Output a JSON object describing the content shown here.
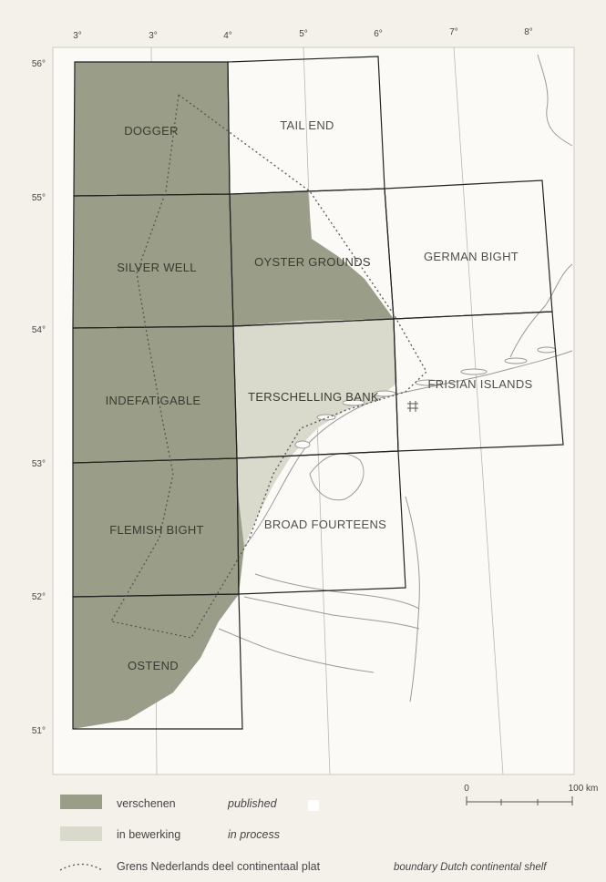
{
  "map": {
    "longitude_ticks": [
      "3°",
      "3°",
      "4°",
      "5°",
      "6°",
      "7°",
      "8°"
    ],
    "latitude_ticks": [
      "56°",
      "55°",
      "54°",
      "53°",
      "52°",
      "51°"
    ],
    "sheets": [
      {
        "id": "dogger",
        "label": "DOGGER",
        "status": "published"
      },
      {
        "id": "tail-end",
        "label": "TAIL END",
        "status": "none"
      },
      {
        "id": "silver-well",
        "label": "SILVER WELL",
        "status": "published"
      },
      {
        "id": "oyster-grounds",
        "label": "OYSTER GROUNDS",
        "status": "published"
      },
      {
        "id": "german-bight",
        "label": "GERMAN BIGHT",
        "status": "none"
      },
      {
        "id": "indefatigable",
        "label": "INDEFATIGABLE",
        "status": "published"
      },
      {
        "id": "terschelling-bank",
        "label": "TERSCHELLING BANK",
        "status": "in process"
      },
      {
        "id": "frisian-islands",
        "label": "FRISIAN ISLANDS",
        "status": "none"
      },
      {
        "id": "flemish-bight",
        "label": "FLEMISH BIGHT",
        "status": "published"
      },
      {
        "id": "broad-fourteens",
        "label": "BROAD FOURTEENS",
        "status": "in process"
      },
      {
        "id": "ostend",
        "label": "OSTEND",
        "status": "published"
      }
    ],
    "colors": {
      "published": "#9a9d87",
      "in_process": "#d9dacb",
      "background": "#f4f1ea",
      "grid": "#222222",
      "coast": "#9a9a9a",
      "boundary": "#555555"
    }
  },
  "scale_bar": {
    "start_label": "0",
    "end_label": "100 km"
  },
  "legend": {
    "published": {
      "nl": "verschenen",
      "en": "published"
    },
    "in_process": {
      "nl": "in bewerking",
      "en": "in process"
    },
    "boundary": {
      "nl": "Grens Nederlands deel continentaal plat",
      "en": "boundary Dutch continental shelf"
    }
  }
}
